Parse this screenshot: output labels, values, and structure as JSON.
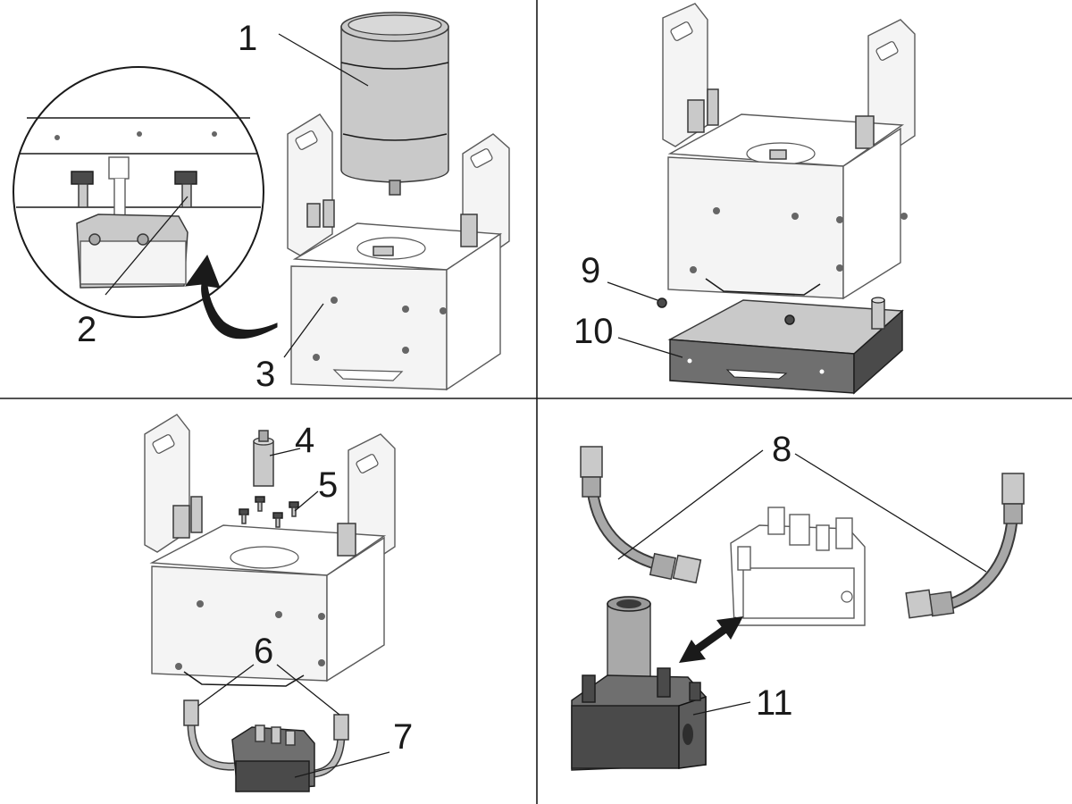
{
  "callouts": {
    "c1": "1",
    "c2": "2",
    "c3": "3",
    "c4": "4",
    "c5": "5",
    "c6": "6",
    "c7": "7",
    "c8": "8",
    "c9": "9",
    "c10": "10",
    "c11": "11"
  },
  "colors": {
    "line": "#1a1a1a",
    "outline": "#5a5a5a",
    "part_grey": "#c9c9c9",
    "part_dark": "#4a4a4a"
  }
}
